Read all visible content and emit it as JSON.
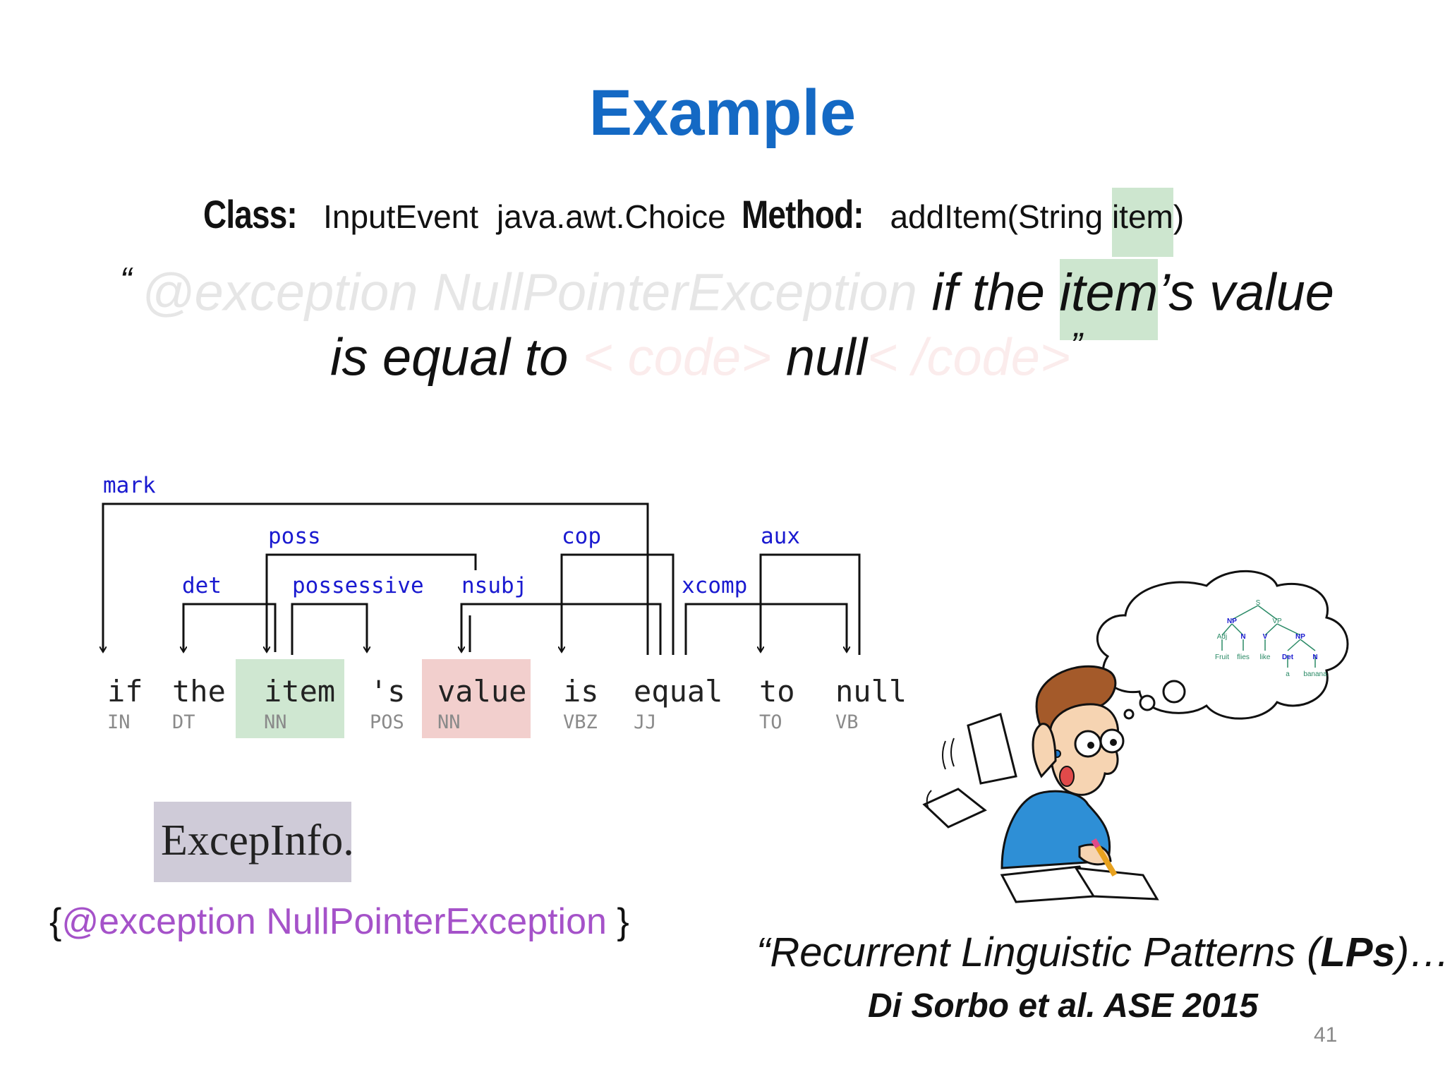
{
  "slide": {
    "title": "Example",
    "class_label": "Class:",
    "class_value_1": "InputEvent",
    "class_value_2": "java.awt.Choice",
    "method_label": "Method:",
    "method_signature_pre": "addItem(String ",
    "method_param": "item",
    "method_signature_post": ")",
    "quote": {
      "open": "“ ",
      "faded_tag": "@exception NullPointerException",
      "text_1": " if the ",
      "highlight": "item",
      "text_2": "’s value",
      "line2_text_1": "is equal to ",
      "faded_code_open": "< code> ",
      "line2_null": "null",
      "faded_code_close": "< /code>",
      "close": "”"
    },
    "parse": {
      "tokens": [
        {
          "word": "if",
          "tag": "IN"
        },
        {
          "word": "the",
          "tag": "DT"
        },
        {
          "word": "item",
          "tag": "NN"
        },
        {
          "word": "'s",
          "tag": "POS"
        },
        {
          "word": "value",
          "tag": "NN"
        },
        {
          "word": "is",
          "tag": "VBZ"
        },
        {
          "word": "equal",
          "tag": "JJ"
        },
        {
          "word": "to",
          "tag": "TO"
        },
        {
          "word": "null",
          "tag": "VB"
        }
      ],
      "relations": {
        "mark": "mark",
        "poss": "poss",
        "cop": "cop",
        "aux": "aux",
        "det": "det",
        "possessive": "possessive",
        "nsubj": "nsubj",
        "xcomp": "xcomp"
      }
    },
    "exception_box_label": "ExcepInfo.",
    "exception_brace_open": "{",
    "exception_text": "@exception NullPointerException",
    "exception_brace_close": " }",
    "thought_tree": {
      "S": "S",
      "NP": "NP",
      "VP": "VP",
      "Adj": "Adj",
      "N": "N",
      "V": "V",
      "NP2": "NP",
      "Det": "Det",
      "N2": "N",
      "Fruit": "Fruit",
      "flies": "flies",
      "like": "like",
      "a": "a",
      "banana": "banana"
    },
    "lp_quote_pre": "“Recurrent Linguistic Patterns (",
    "lp_quote_bold": "LPs",
    "lp_quote_post": ")…”",
    "citation": "Di Sorbo et al. ASE 2015",
    "page_number": "41",
    "colors": {
      "title": "#1469c4",
      "relation": "#1a1ad0",
      "highlight_green": "#cde6cf",
      "highlight_red": "#f2cfcd",
      "exception_purple": "#a552c9"
    }
  }
}
